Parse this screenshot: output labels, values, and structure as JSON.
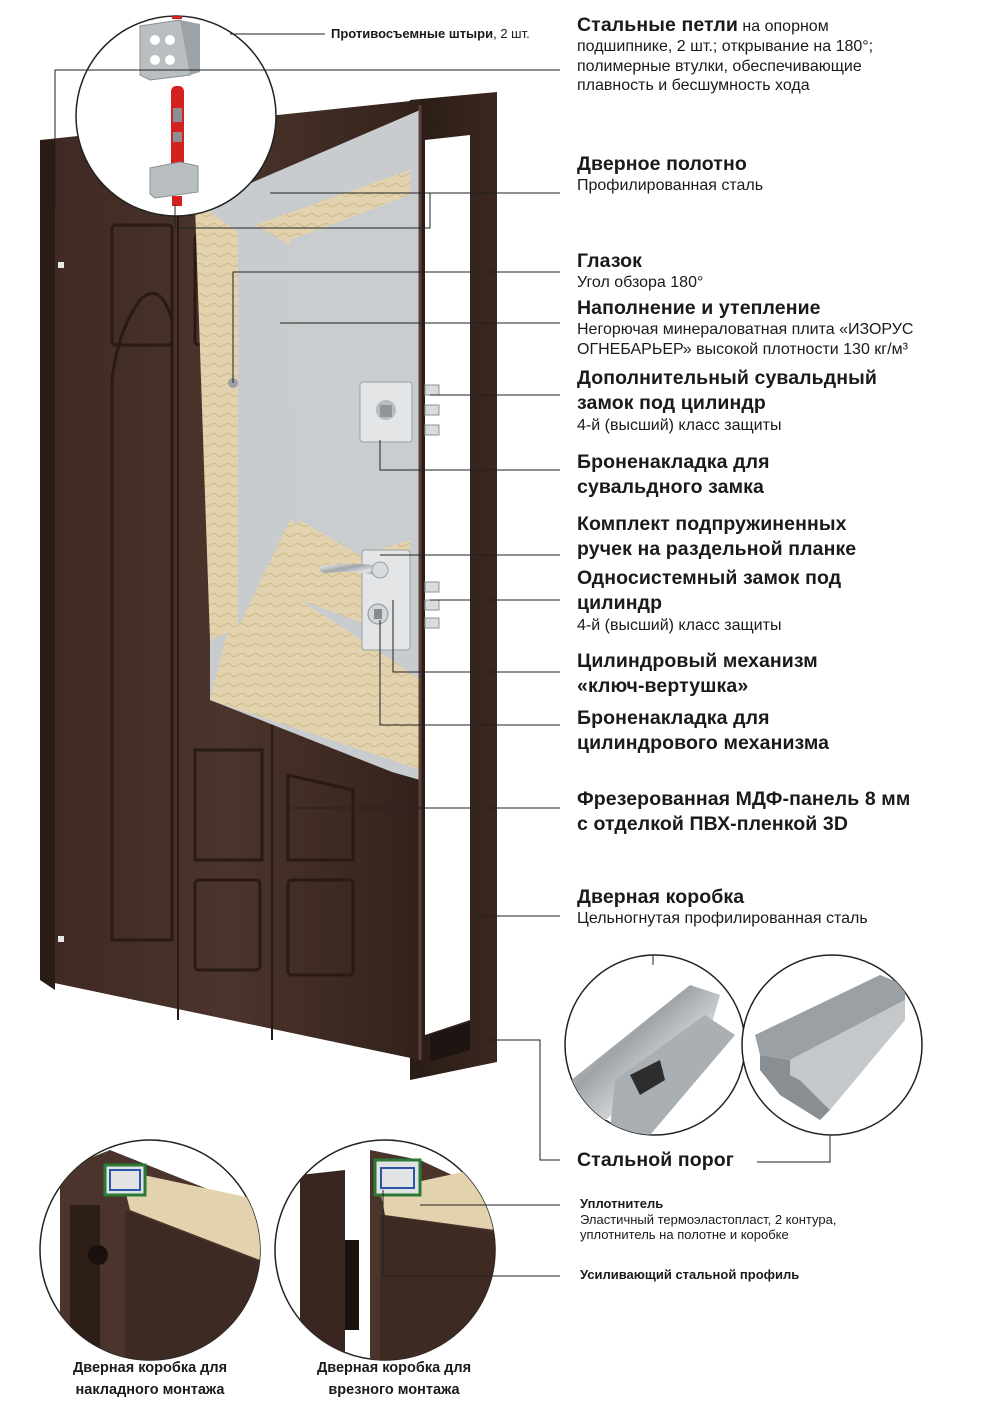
{
  "callouts": {
    "pins": {
      "bold": "Противосъемные штыри",
      "rest": ", 2 шт."
    },
    "hinges": {
      "bold": "Стальные петли",
      "rest1": " на опорном",
      "lines": [
        "подшипнике, 2 шт.; открывание на 180°;",
        "полимерные втулки, обеспечивающие",
        "плавность и бесшумность хода"
      ]
    },
    "door_leaf": {
      "title": "Дверное полотно",
      "sub": "Профилированная сталь"
    },
    "peephole": {
      "title": "Глазок",
      "sub": "Угол обзора 180°"
    },
    "filling": {
      "title": "Наполнение и утепление",
      "sub1": "Негорючая минераловатная плита «ИЗОРУС",
      "sub2": "ОГНЕБАРЬЕР» высокой плотности 130 кг/м³"
    },
    "extra_lock": {
      "title1": "Дополнительный сувальдный",
      "title2": "замок под цилиндр",
      "sub": "4-й (высший) класс защиты"
    },
    "lever_plate": {
      "title1": "Броненакладка для",
      "title2": "сувальдного замка"
    },
    "handles": {
      "title1": "Комплект подпружиненных",
      "title2": "ручек на раздельной планке"
    },
    "main_lock": {
      "title1": "Односистемный замок под",
      "title2": "цилиндр",
      "sub": "4-й (высший) класс защиты"
    },
    "cylinder": {
      "title1": "Цилиндровый механизм",
      "title2": "«ключ-вертушка»"
    },
    "cyl_plate": {
      "title1": "Броненакладка для",
      "title2": "цилиндрового механизма"
    },
    "mdf": {
      "title1": "Фрезерованная МДФ-панель 8 мм",
      "title2": "с отделкой ПВХ-пленкой 3D"
    },
    "frame": {
      "title": "Дверная коробка",
      "sub": "Цельногнутая профилированная сталь"
    },
    "threshold": {
      "title": "Стальной порог"
    },
    "seal": {
      "title": "Уплотнитель",
      "sub1": "Эластичный термоэластопласт, 2 контура,",
      "sub2": "уплотнитель на полотне и коробке"
    },
    "profile": {
      "title": "Усиливающий стальной профиль"
    }
  },
  "captions": {
    "overlay": {
      "line1": "Дверная коробка для",
      "line2": "накладного монтажа"
    },
    "mortise": {
      "line1": "Дверная коробка для",
      "line2": "врезного монтажа"
    }
  },
  "colors": {
    "door": "#3a2620",
    "steel": "#c7cbcd",
    "insulation": "#e1d3b0",
    "hinge_red": "#d52020",
    "frame_dark": "#2f1f1a"
  }
}
